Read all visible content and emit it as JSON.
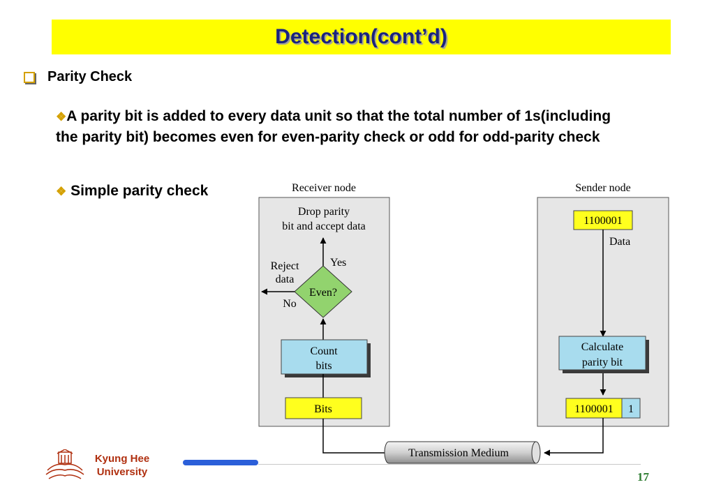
{
  "slide": {
    "title": "Detection(cont’d)",
    "main_bullet": "Parity Check",
    "sub_bullets": [
      "A parity bit is added to every data unit so that the total number of 1s(including the parity bit) becomes even for even-parity check or odd for odd-parity check",
      "Simple parity check"
    ],
    "diamond_glyph": "❖",
    "page_number": "17"
  },
  "footer": {
    "univ_line1": "Kyung Hee",
    "univ_line2": "University"
  },
  "diagram": {
    "receiver_title": "Receiver node",
    "sender_title": "Sender node",
    "drop_line1": "Drop parity",
    "drop_line2": "bit and accept data",
    "yes": "Yes",
    "no": "No",
    "reject_line1": "Reject",
    "reject_line2": "data",
    "decision": "Even?",
    "count_line1": "Count",
    "count_line2": "bits",
    "bits": "Bits",
    "data_value": "1100001",
    "data_label": "Data",
    "calc_line1": "Calculate",
    "calc_line2": "parity bit",
    "out_data": "1100001",
    "out_parity": "1",
    "medium": "Transmission Medium"
  },
  "colors": {
    "title_bg": "#ffff00",
    "title_text": "#1a237e",
    "node_bg": "#e6e6e6",
    "box_blue": "#a8dcee",
    "box_yellow": "#ffff1e",
    "diamond_green": "#92d36e",
    "footer_text": "#b03010",
    "page_num": "#2e7d32"
  }
}
